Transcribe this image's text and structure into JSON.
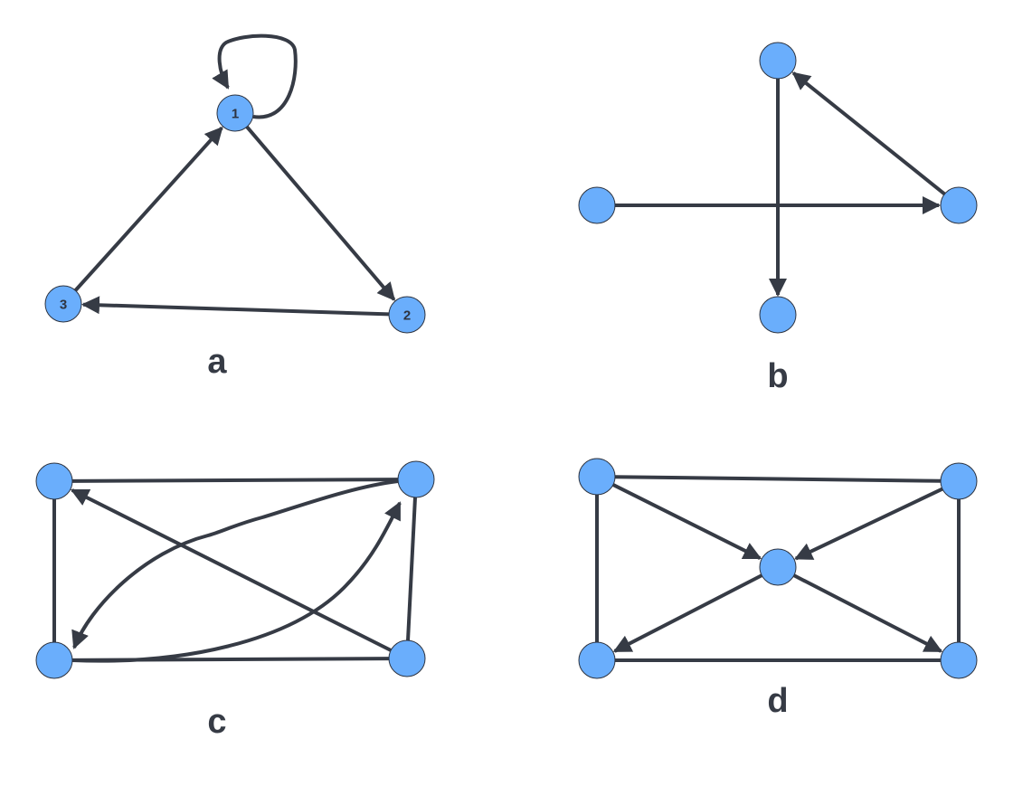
{
  "graphs": [
    {
      "id": "a",
      "label": "a",
      "nodes": [
        {
          "id": "1",
          "label": "1"
        },
        {
          "id": "2",
          "label": "2"
        },
        {
          "id": "3",
          "label": "3"
        }
      ],
      "edges": [
        {
          "from": "3",
          "to": "1",
          "directed": true
        },
        {
          "from": "1",
          "to": "2",
          "directed": true
        },
        {
          "from": "2",
          "to": "3",
          "directed": true
        },
        {
          "from": "1",
          "to": "1",
          "directed": true,
          "loop": true
        }
      ]
    },
    {
      "id": "b",
      "label": "b",
      "nodes": [
        {
          "id": "top",
          "label": ""
        },
        {
          "id": "left",
          "label": ""
        },
        {
          "id": "right",
          "label": ""
        },
        {
          "id": "bottom",
          "label": ""
        }
      ],
      "edges": [
        {
          "from": "left",
          "to": "right",
          "directed": true
        },
        {
          "from": "right",
          "to": "top",
          "directed": true
        },
        {
          "from": "top",
          "to": "bottom",
          "directed": true
        }
      ]
    },
    {
      "id": "c",
      "label": "c",
      "nodes": [
        {
          "id": "tl",
          "label": ""
        },
        {
          "id": "tr",
          "label": ""
        },
        {
          "id": "bl",
          "label": ""
        },
        {
          "id": "br",
          "label": ""
        }
      ],
      "edges": [
        {
          "from": "tl",
          "to": "tr",
          "directed": false
        },
        {
          "from": "tl",
          "to": "bl",
          "directed": false
        },
        {
          "from": "tr",
          "to": "br",
          "directed": false
        },
        {
          "from": "bl",
          "to": "br",
          "directed": false
        },
        {
          "from": "br",
          "to": "tl",
          "directed": true
        },
        {
          "from": "tr",
          "to": "bl",
          "directed": true,
          "curved": true
        },
        {
          "from": "bl",
          "to": "tr",
          "directed": true,
          "curved": true
        }
      ]
    },
    {
      "id": "d",
      "label": "d",
      "nodes": [
        {
          "id": "tl",
          "label": ""
        },
        {
          "id": "tr",
          "label": ""
        },
        {
          "id": "c",
          "label": ""
        },
        {
          "id": "bl",
          "label": ""
        },
        {
          "id": "br",
          "label": ""
        }
      ],
      "edges": [
        {
          "from": "tl",
          "to": "tr",
          "directed": false
        },
        {
          "from": "tl",
          "to": "bl",
          "directed": false
        },
        {
          "from": "tr",
          "to": "br",
          "directed": false
        },
        {
          "from": "bl",
          "to": "br",
          "directed": false
        },
        {
          "from": "tl",
          "to": "c",
          "directed": true
        },
        {
          "from": "tr",
          "to": "c",
          "directed": true
        },
        {
          "from": "c",
          "to": "bl",
          "directed": true
        },
        {
          "from": "c",
          "to": "br",
          "directed": true
        }
      ]
    }
  ]
}
